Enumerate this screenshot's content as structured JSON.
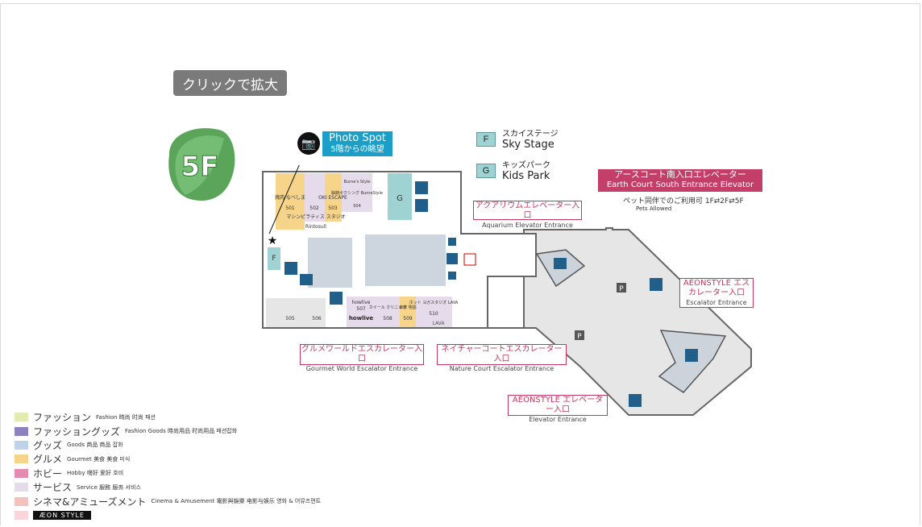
{
  "zoom_label": "クリックで拡大",
  "floor": "5F",
  "tags": {
    "f": {
      "letter": "F",
      "jp": "スカイステージ",
      "en": "Sky Stage"
    },
    "g": {
      "letter": "G",
      "jp": "キッズパーク",
      "en": "Kids Park"
    }
  },
  "photo_spot": {
    "title": "Photo Spot",
    "sub": "5階からの眺望"
  },
  "earth_court": {
    "jp": "アースコート南入口エレベーター",
    "en": "Earth Court South Entrance Elevator",
    "pets_jp": "ペット同伴でのご利用可 1F⇄2F⇄5F",
    "pets_en": "Pets Allowed"
  },
  "callouts": {
    "aquarium": {
      "jp": "アクアリウムエレベーター入口",
      "en": "Aquarium Elevator Entrance"
    },
    "aeon_escalator": {
      "jp": "AEONSTYLE エスカレーター入口",
      "en": "Escalator Entrance"
    },
    "gourmet": {
      "jp": "グルメワールドエスカレーター入口",
      "en": "Gourmet World Escalator Entrance"
    },
    "nature": {
      "jp": "ネイチャーコートエスカレーター入口",
      "en": "Nature Court Escalator Entrance"
    },
    "aeon_elevator": {
      "jp": "AEONSTYLE エレベーター入口",
      "en": "Elevator Entrance"
    }
  },
  "stores": {
    "s501": {
      "name": "焼肉 なべしま",
      "num": "501"
    },
    "s502": {
      "num": "502"
    },
    "s503": {
      "name": "OKI ESCAPE",
      "num": "503"
    },
    "s504": {
      "name": "Burne's Style",
      "name2": "脳髄ボクシング BurneStyle",
      "num": "504"
    },
    "rintosull": {
      "name": "マシンピラティス スタジオ",
      "name2": "Rintosull"
    },
    "s505": {
      "num": "505"
    },
    "s506": {
      "num": "506"
    },
    "s507": {
      "name": "howlive",
      "num": "507",
      "logo": "howlive"
    },
    "s508": {
      "name": "カイール クリニック",
      "num": "508"
    },
    "s509": {
      "name": "串家 物語",
      "num": "509"
    },
    "s510": {
      "name": "ホット ヨガスタジオ LAVA",
      "num": "510",
      "logo": "LAVA"
    }
  },
  "map_labels": {
    "g": "G",
    "f": "F",
    "p": "P"
  },
  "legend": [
    {
      "jp": "ファッション",
      "ml": "Fashion 時尚 时尚 패션",
      "color": "#e3ebb1"
    },
    {
      "jp": "ファッショングッズ",
      "ml": "Fashion Goods 時尚用品 时尚用品 패션잡화",
      "color": "#8d82bd"
    },
    {
      "jp": "グッズ",
      "ml": "Goods 商品 商品 잡화",
      "color": "#bcd3ea"
    },
    {
      "jp": "グルメ",
      "ml": "Gourmet 美食 美食 미식",
      "color": "#f6d48a"
    },
    {
      "jp": "ホビー",
      "ml": "Hobby 嗜好 爱好 호비",
      "color": "#e58bb3"
    },
    {
      "jp": "サービス",
      "ml": "Service 服務 服务 서비스",
      "color": "#e6dbea"
    },
    {
      "jp": "シネマ&アミューズメント",
      "ml": "Cinema & Amusement 電影與娛樂 电影与娱乐 영화 & 어뮤즈먼트",
      "color": "#f4c1bd"
    },
    {
      "jp": "",
      "ml": "",
      "color": "#f8d6dc",
      "badge": "ÆON STYLE"
    }
  ]
}
